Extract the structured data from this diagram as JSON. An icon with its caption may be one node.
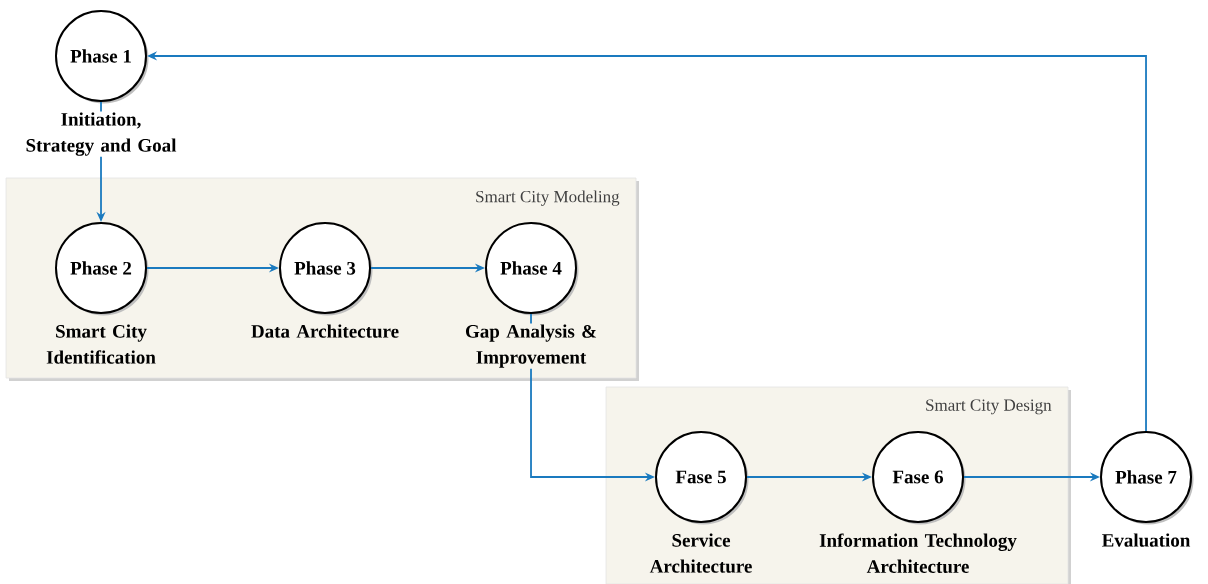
{
  "diagram": {
    "nodes": [
      {
        "text": [
          "Phase 1"
        ],
        "beside": [
          "Initiation, Strategy and Goal"
        ]
      },
      {
        "text": [
          "Smart City Modeling"
        ]
      },
      {
        "text": [
          "Phase 2"
        ],
        "beside": [
          "Smart City Identification"
        ],
        "in": 1
      },
      {
        "text": [
          "Phase 3"
        ],
        "beside": [
          "Data Architecture"
        ],
        "in": 1
      },
      {
        "text": [
          "Phase 4"
        ],
        "beside": [
          "Gap Analysis & Improvement"
        ],
        "in": 1
      },
      {
        "text": [
          "Smart City Design"
        ]
      },
      {
        "text": [
          "Fase 5"
        ],
        "beside": [
          "Service Architecture"
        ],
        "in": 5
      },
      {
        "text": [
          "Fase 6"
        ],
        "beside": [
          "Information Technology Architecture"
        ],
        "in": 5
      },
      {
        "text": [
          "Phase 7"
        ],
        "beside": [
          "Evaluation"
        ]
      }
    ],
    "edges": [
      {
        "from": 0,
        "to": 2,
        "arrow": "to"
      },
      {
        "from": 2,
        "to": 3,
        "arrow": "to"
      },
      {
        "from": 3,
        "to": 4,
        "arrow": "to"
      },
      {
        "from": 4,
        "to": 6,
        "arrow": "to"
      },
      {
        "from": 6,
        "to": 7,
        "arrow": "to"
      },
      {
        "from": 7,
        "to": 8,
        "arrow": "to"
      },
      {
        "from": 8,
        "to": 0,
        "arrow": "to"
      }
    ]
  }
}
